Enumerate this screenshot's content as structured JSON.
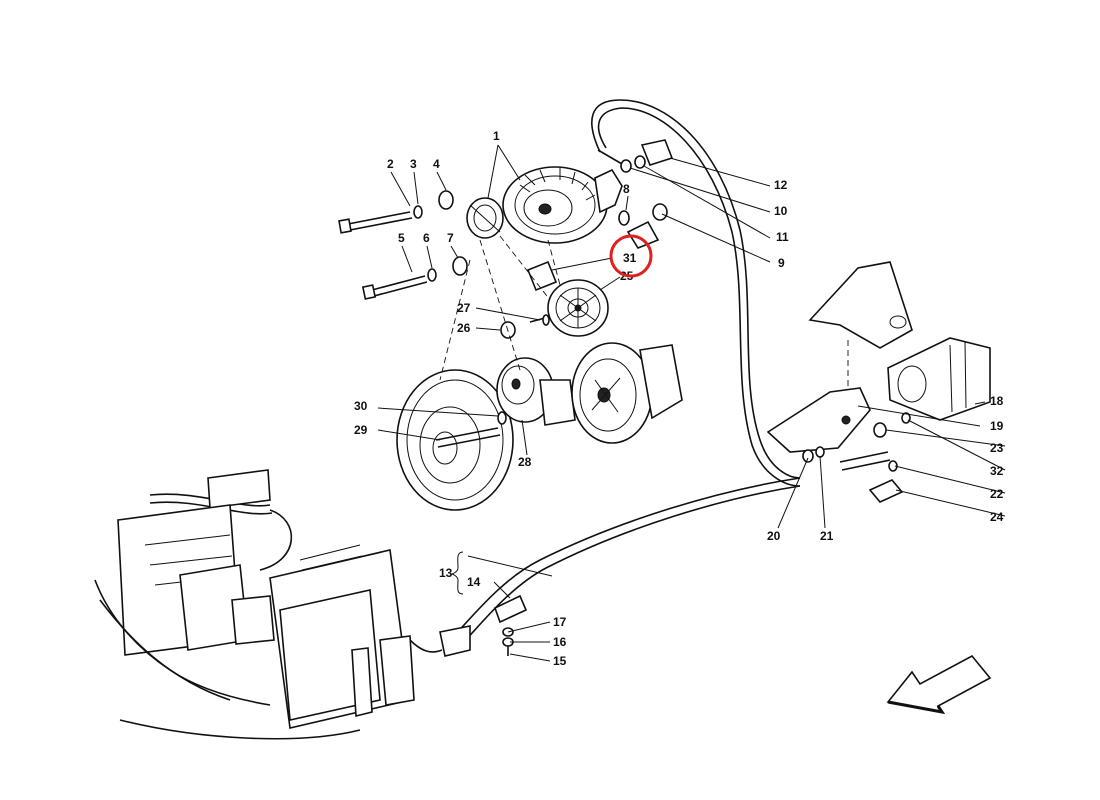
{
  "colors": {
    "highlight": "#e0201e",
    "ink": "#111111"
  },
  "callouts": [
    {
      "id": "1",
      "label": "1"
    },
    {
      "id": "2",
      "label": "2"
    },
    {
      "id": "3",
      "label": "3"
    },
    {
      "id": "4",
      "label": "4"
    },
    {
      "id": "5",
      "label": "5"
    },
    {
      "id": "6",
      "label": "6"
    },
    {
      "id": "7",
      "label": "7"
    },
    {
      "id": "8",
      "label": "8"
    },
    {
      "id": "9",
      "label": "9"
    },
    {
      "id": "10",
      "label": "10"
    },
    {
      "id": "11",
      "label": "11"
    },
    {
      "id": "12",
      "label": "12"
    },
    {
      "id": "13",
      "label": "13"
    },
    {
      "id": "14",
      "label": "14"
    },
    {
      "id": "15",
      "label": "15"
    },
    {
      "id": "16",
      "label": "16"
    },
    {
      "id": "17",
      "label": "17"
    },
    {
      "id": "18",
      "label": "18"
    },
    {
      "id": "19",
      "label": "19"
    },
    {
      "id": "20",
      "label": "20"
    },
    {
      "id": "21",
      "label": "21"
    },
    {
      "id": "22",
      "label": "22"
    },
    {
      "id": "23",
      "label": "23"
    },
    {
      "id": "24",
      "label": "24"
    },
    {
      "id": "25",
      "label": "25"
    },
    {
      "id": "26",
      "label": "26"
    },
    {
      "id": "27",
      "label": "27"
    },
    {
      "id": "28",
      "label": "28"
    },
    {
      "id": "29",
      "label": "29"
    },
    {
      "id": "30",
      "label": "30"
    },
    {
      "id": "31",
      "label": "31"
    },
    {
      "id": "32",
      "label": "32"
    }
  ],
  "highlighted_callout": "31",
  "icons": {
    "direction_arrow": "front-direction-arrow-icon"
  }
}
